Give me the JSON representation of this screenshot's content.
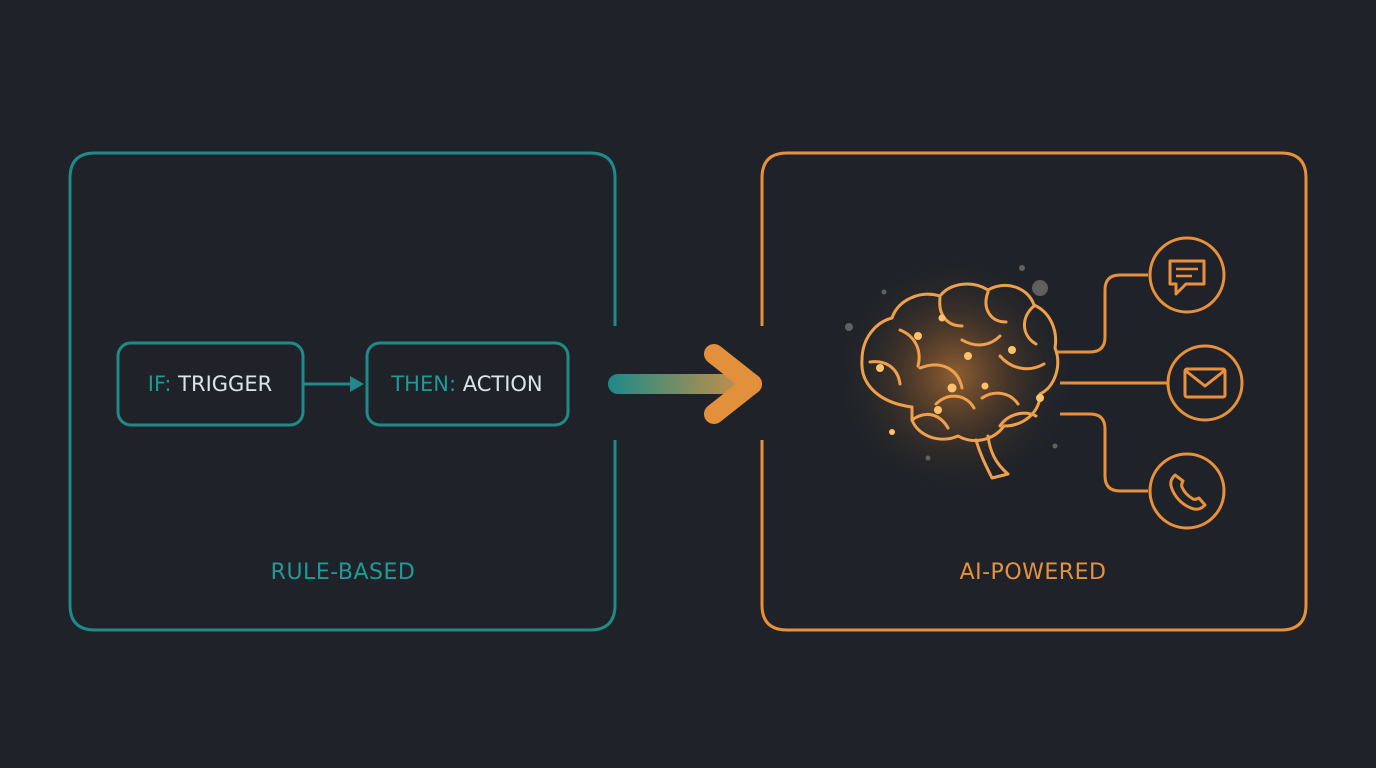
{
  "colors": {
    "background": "#1f2329",
    "teal": "#1f8a87",
    "teal_text": "#1f9a95",
    "orange": "#e8903a",
    "orange_text": "#e8913c",
    "light_text": "#dde4e8"
  },
  "left_panel": {
    "label": "RULE-BASED",
    "trigger_node": {
      "prefix": "IF:",
      "text": " TRIGGER"
    },
    "action_node": {
      "prefix": "THEN:",
      "text": " ACTION"
    }
  },
  "transition_arrow": {
    "icon": "right-arrow-icon"
  },
  "right_panel": {
    "label": "AI-POWERED",
    "brain_icon": "brain-icon",
    "outputs": [
      {
        "icon": "chat-bubble-icon"
      },
      {
        "icon": "mail-icon"
      },
      {
        "icon": "phone-icon"
      }
    ]
  }
}
